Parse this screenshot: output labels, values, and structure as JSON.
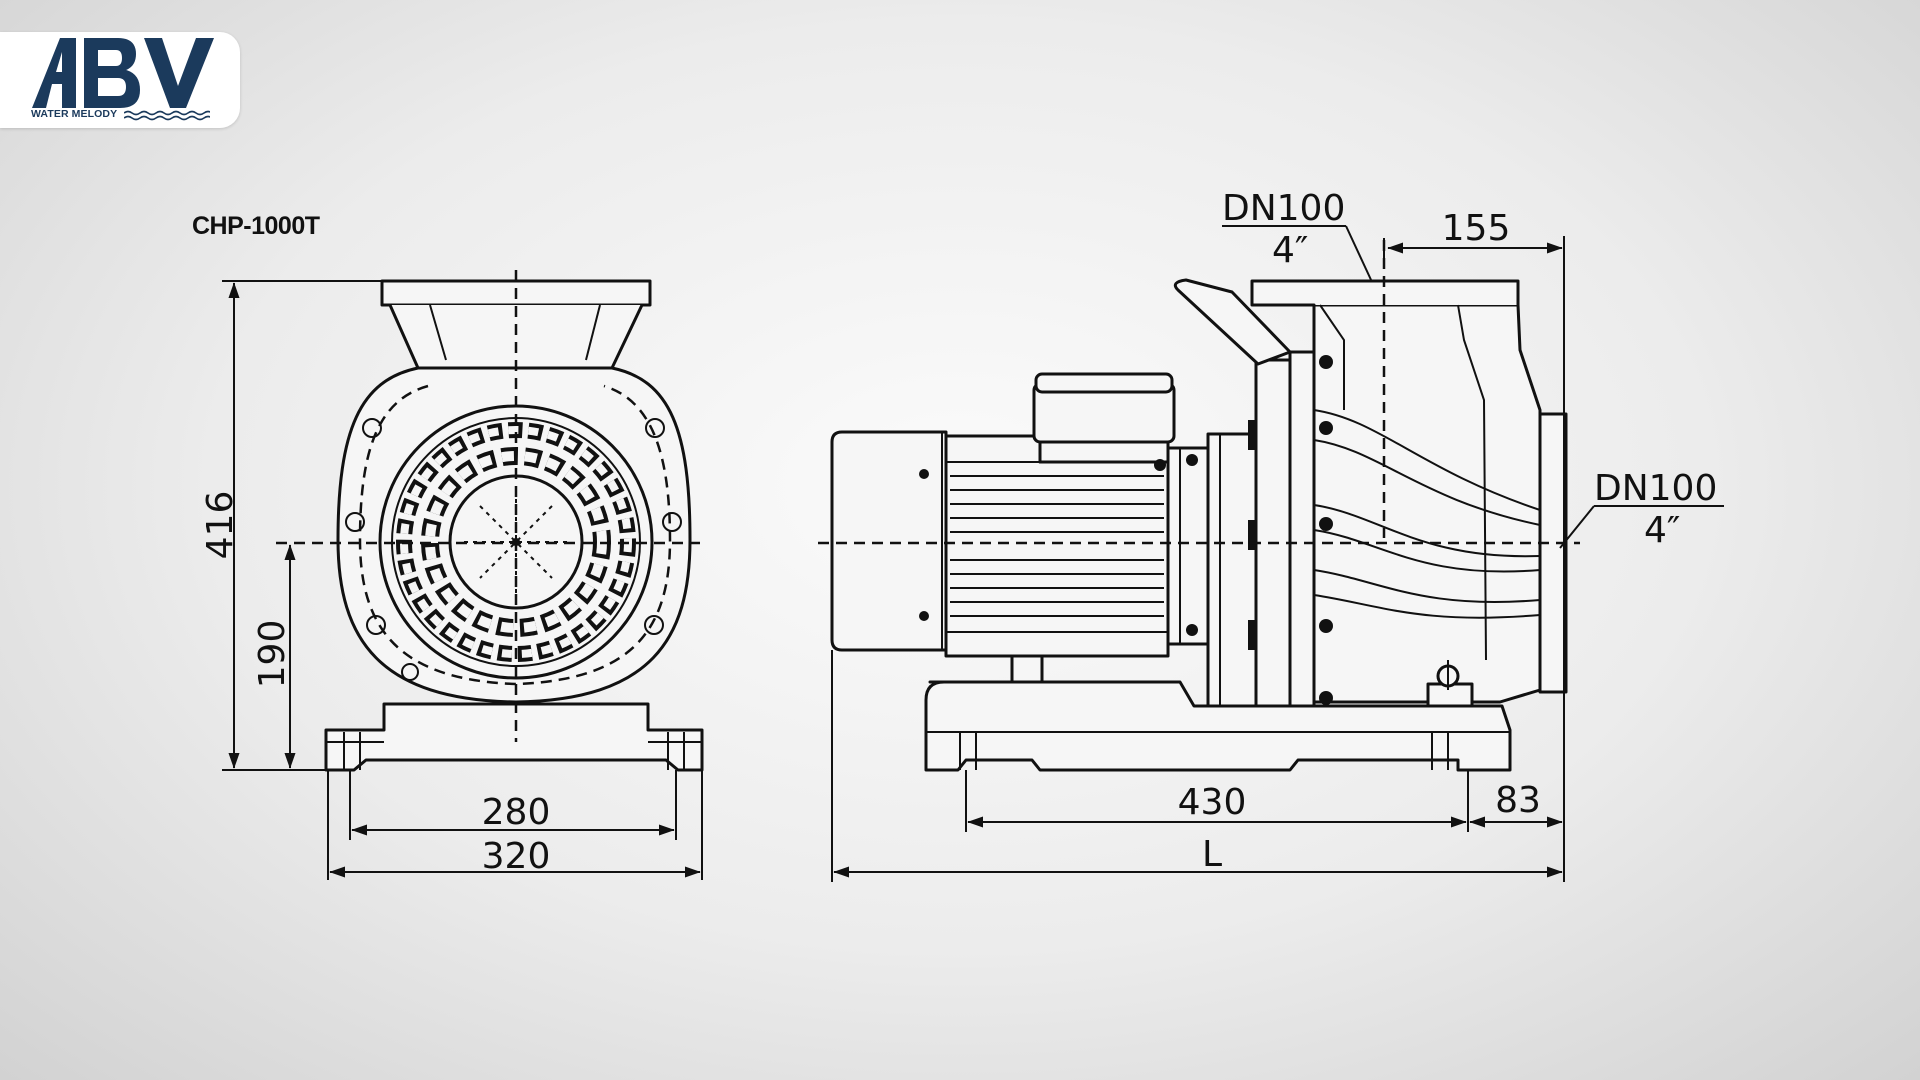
{
  "logo": {
    "mark": "ABV",
    "tagline": "WATER MELODY",
    "brand_color": "#1b3a5c"
  },
  "model": "CHP-1000T",
  "dimensions": {
    "height": "416",
    "axis_height": "190",
    "base_inner": "280",
    "base_outer": "320",
    "base_length": "430",
    "outlet_offset": "155",
    "end_offset": "83",
    "total_length": "L"
  },
  "ports": {
    "outlet": {
      "size": "DN100",
      "inch": "4″"
    },
    "inlet": {
      "size": "DN100",
      "inch": "4″"
    }
  }
}
